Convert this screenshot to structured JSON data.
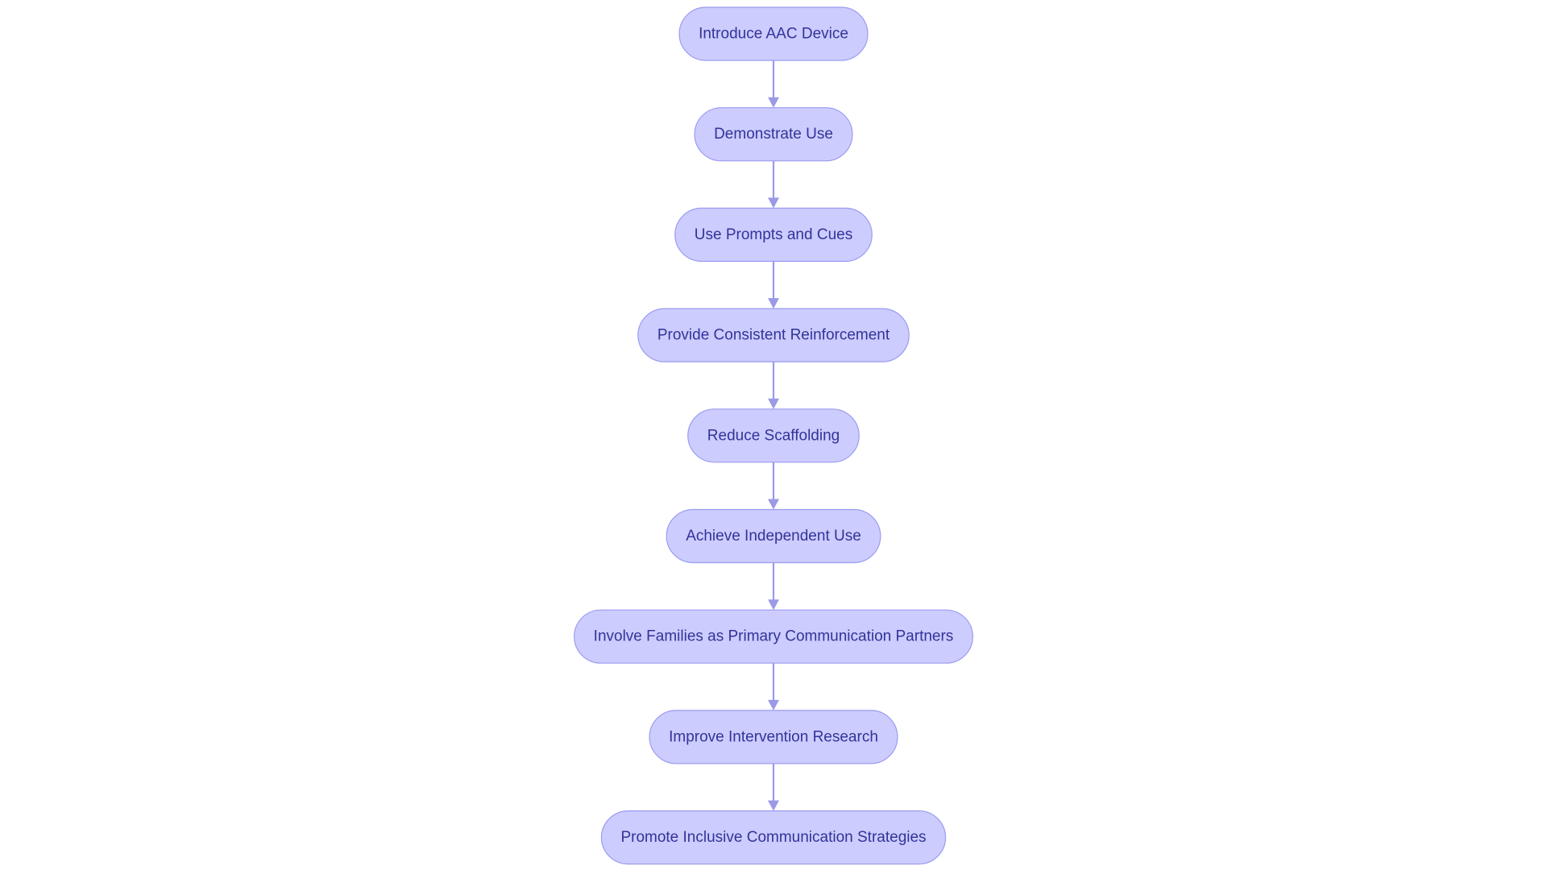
{
  "diagram": {
    "type": "flowchart",
    "direction": "top-to-bottom",
    "colors": {
      "node_fill": "#ccccff",
      "node_border": "#9c9cf0",
      "node_text": "#333399",
      "edge": "#9a9ae6"
    },
    "nodes": [
      {
        "id": "introduce-aac-device",
        "label": "Introduce AAC Device"
      },
      {
        "id": "demonstrate-use",
        "label": "Demonstrate Use"
      },
      {
        "id": "use-prompts-and-cues",
        "label": "Use Prompts and Cues"
      },
      {
        "id": "provide-consistent-reinforcement",
        "label": "Provide Consistent Reinforcement"
      },
      {
        "id": "reduce-scaffolding",
        "label": "Reduce Scaffolding"
      },
      {
        "id": "achieve-independent-use",
        "label": "Achieve Independent Use"
      },
      {
        "id": "involve-families",
        "label": "Involve Families as Primary Communication Partners"
      },
      {
        "id": "improve-intervention-research",
        "label": "Improve Intervention Research"
      },
      {
        "id": "promote-inclusive-strategies",
        "label": "Promote Inclusive Communication Strategies"
      }
    ],
    "edges": [
      {
        "from": "introduce-aac-device",
        "to": "demonstrate-use"
      },
      {
        "from": "demonstrate-use",
        "to": "use-prompts-and-cues"
      },
      {
        "from": "use-prompts-and-cues",
        "to": "provide-consistent-reinforcement"
      },
      {
        "from": "provide-consistent-reinforcement",
        "to": "reduce-scaffolding"
      },
      {
        "from": "reduce-scaffolding",
        "to": "achieve-independent-use"
      },
      {
        "from": "achieve-independent-use",
        "to": "involve-families"
      },
      {
        "from": "involve-families",
        "to": "improve-intervention-research"
      },
      {
        "from": "improve-intervention-research",
        "to": "promote-inclusive-strategies"
      }
    ]
  }
}
